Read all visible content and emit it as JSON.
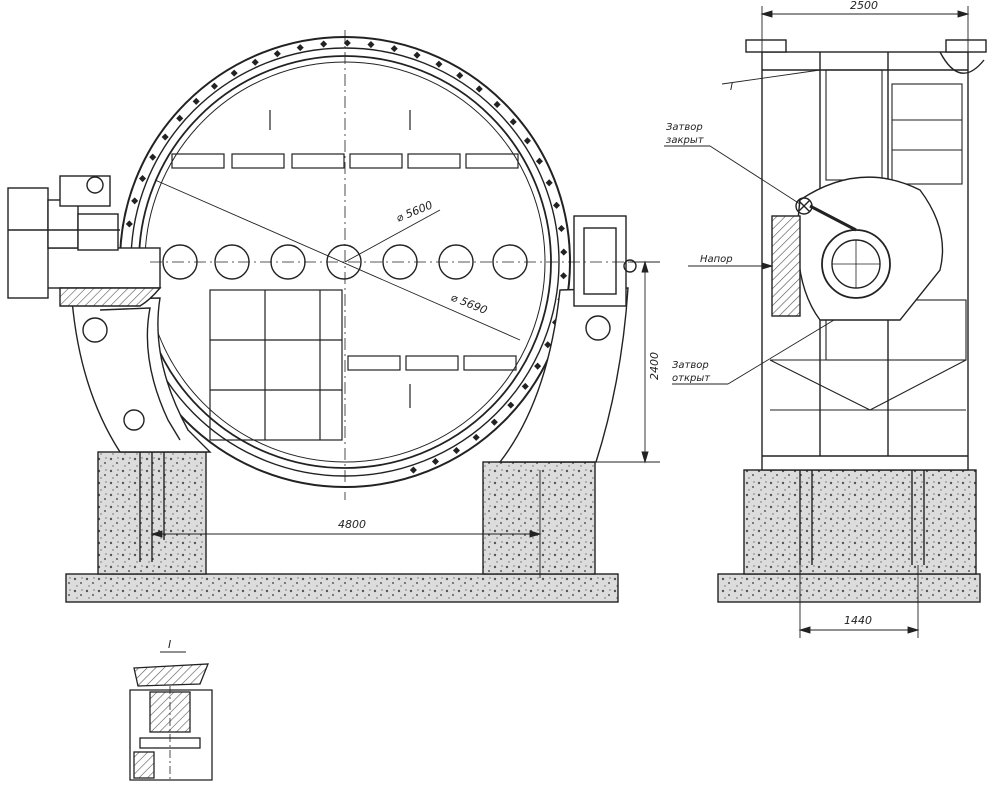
{
  "colors": {
    "ink": "#222222",
    "concrete": "#c9c9c9",
    "hatch": "#8a8a8a",
    "paper": "#ffffff"
  },
  "front_view": {
    "dia_inner": "⌀ 5600",
    "dia_outer": "⌀ 5690",
    "dim_height": "2400",
    "dim_width": "4800"
  },
  "side_view": {
    "dim_top": "2500",
    "dim_bottom": "1440",
    "label_gate_closed": [
      "Затвор",
      "закрыт"
    ],
    "label_gate_open": [
      "Затвор",
      "открыт"
    ],
    "label_flow": "Напор",
    "callout_1": "I"
  },
  "detail": {
    "title": "I"
  }
}
